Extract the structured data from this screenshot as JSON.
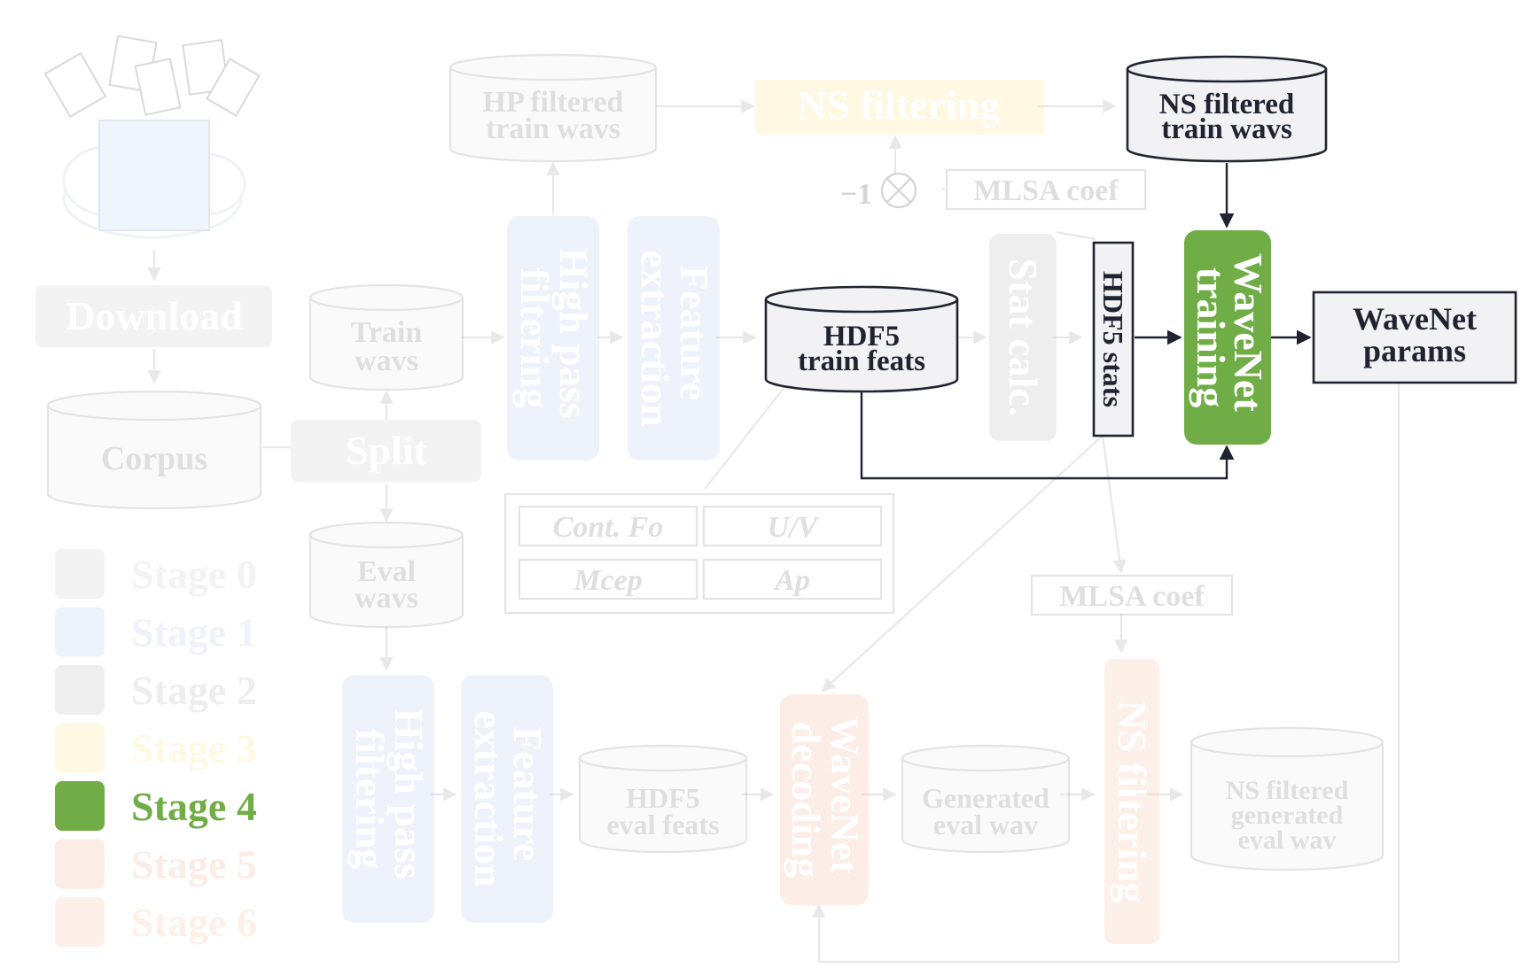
{
  "colors": {
    "stage0": "#d9d9d9",
    "stage1": "#c9d5ee",
    "stage2": "#c9c9c9",
    "stage3": "#fde9a8",
    "stage4": "#70ad47",
    "stage5": "#f5c5b0",
    "stage6": "#f8cfb8",
    "active_stroke": "#1f2430",
    "active_fill": "#f2f2f5"
  },
  "icons": {
    "corpus_source": "cloud-with-files-icon",
    "multiply": "circled-times-icon"
  },
  "legend": [
    {
      "label": "Stage 0",
      "color": "#d9d9d9",
      "active": false
    },
    {
      "label": "Stage 1",
      "color": "#c9d5ee",
      "active": false
    },
    {
      "label": "Stage 2",
      "color": "#c9c9c9",
      "active": false
    },
    {
      "label": "Stage 3",
      "color": "#fde9a8",
      "active": false
    },
    {
      "label": "Stage 4",
      "color": "#70ad47",
      "active": true
    },
    {
      "label": "Stage 5",
      "color": "#f5c5b0",
      "active": false
    },
    {
      "label": "Stage 6",
      "color": "#f8cfb8",
      "active": false
    }
  ],
  "nodes": {
    "download": "Download",
    "corpus": "Corpus",
    "split": "Split",
    "train_wavs": [
      "Train",
      "wavs"
    ],
    "eval_wavs": [
      "Eval",
      "wavs"
    ],
    "hp_filtered": [
      "HP filtered",
      "train wavs"
    ],
    "ns_filtering_top": "NS filtering",
    "ns_filtered": [
      "NS filtered",
      "train wavs"
    ],
    "minus_one": "−1",
    "mlsa_coef_top": "MLSA coef",
    "high_pass_train": [
      "High pass",
      "filtering"
    ],
    "feature_extraction_train": [
      "Feature",
      "extraction"
    ],
    "hdf5_train": [
      "HDF5",
      "train feats"
    ],
    "stat_calc": "Stat calc.",
    "hdf5_stats": "HDF5 stats",
    "wavenet_training": [
      "WaveNet",
      "training"
    ],
    "wavenet_params": [
      "WaveNet",
      "params"
    ],
    "features": [
      "Cont. Fo",
      "U/V",
      "Mcep",
      "Ap"
    ],
    "mlsa_coef_bottom": "MLSA coef",
    "high_pass_eval": [
      "High pass",
      "filtering"
    ],
    "feature_extraction_eval": [
      "Feature",
      "extraction"
    ],
    "hdf5_eval": [
      "HDF5",
      "eval feats"
    ],
    "wavenet_decoding": [
      "WaveNet",
      "decoding"
    ],
    "generated_eval": [
      "Generated",
      "eval wav"
    ],
    "ns_filtering_bottom": "NS filtering",
    "ns_generated": [
      "NS filtered",
      "generated",
      "eval wav"
    ]
  }
}
